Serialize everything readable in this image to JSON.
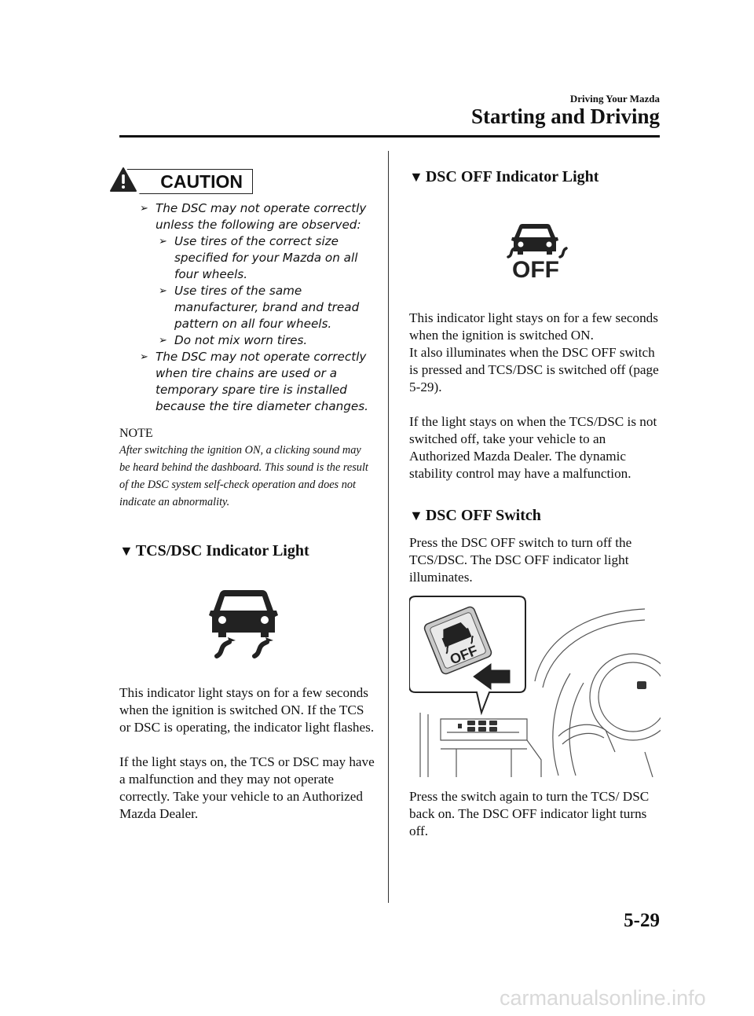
{
  "header": {
    "section_small": "Driving Your Mazda",
    "section_big": "Starting and Driving"
  },
  "caution": {
    "label": "CAUTION",
    "items": [
      "The DSC may not operate correctly unless the following are observed:",
      "Use tires of the correct size specified for your Mazda on all four wheels.",
      "Use tires of the same manufacturer, brand and tread pattern on all four wheels.",
      "Do not mix worn tires.",
      "The DSC may not operate correctly when tire chains are used or a temporary spare tire is installed because the tire diameter changes."
    ]
  },
  "note": {
    "title": "NOTE",
    "text": "After switching the ignition ON, a clicking sound may be heard behind the dashboard. This sound is the result of the DSC system self-check operation and does not indicate an abnormality."
  },
  "tcs_dsc": {
    "heading": "TCS/DSC Indicator Light",
    "icon": "tcs-dsc-icon",
    "para1": "This indicator light stays on for a few seconds when the ignition is switched ON. If the TCS or DSC is operating, the indicator light flashes.",
    "para2": "If the light stays on, the TCS or DSC may have a malfunction and they may not operate correctly. Take your vehicle to an Authorized Mazda Dealer."
  },
  "dsc_off_light": {
    "heading": "DSC OFF Indicator Light",
    "icon_text": "OFF",
    "para1": "This indicator light stays on for a few seconds when the ignition is switched ON.",
    "para1b": "It also illuminates when the DSC OFF switch is pressed and TCS/DSC is switched off (page 5-29).",
    "para2": "If the light stays on when the TCS/DSC is not switched off, take your vehicle to an Authorized Mazda Dealer. The dynamic stability control may have a malfunction."
  },
  "dsc_off_switch": {
    "heading": "DSC OFF Switch",
    "para1": "Press the DSC OFF switch to turn off the TCS/DSC. The DSC OFF indicator light illuminates.",
    "button_text": "OFF",
    "para2": "Press the switch again to turn the TCS/ DSC back on. The DSC OFF indicator light turns off."
  },
  "page_number": "5-29",
  "footer_url": "carmanualsonline.info"
}
